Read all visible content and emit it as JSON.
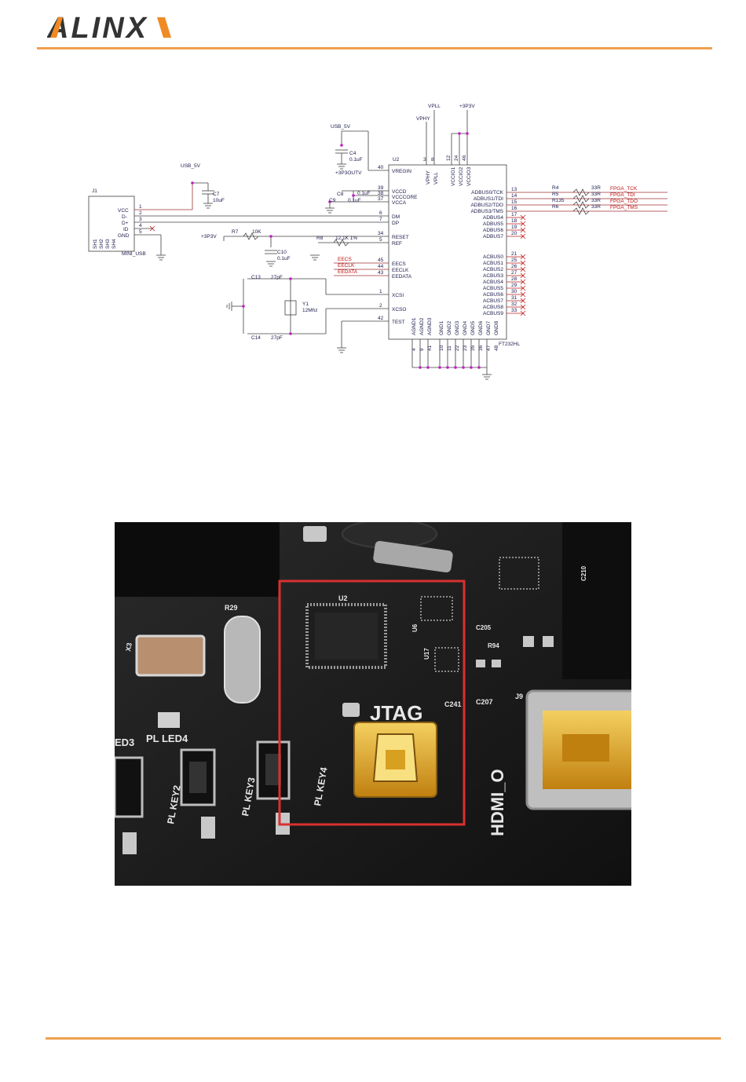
{
  "header": {
    "logo_text": "ALINX",
    "accent_color": "#f0a050",
    "logo_color": "#333333"
  },
  "schematic": {
    "power_labels": [
      "USB_5V",
      "USB_5V",
      "VPLL",
      "+3P3V",
      "VPHY",
      "+3P3V",
      "+3P3OUTV"
    ],
    "connector": {
      "ref": "J1",
      "name": "MINI_USB",
      "pins": [
        "VCC",
        "D-",
        "D+",
        "ID",
        "GND"
      ],
      "pin_numbers": [
        "1",
        "2",
        "3",
        "4",
        "5"
      ],
      "shield_pins": [
        "SH1",
        "SH2",
        "SH3",
        "SH4"
      ]
    },
    "chip": {
      "ref": "U2",
      "part": "FT232HL",
      "left_pins": [
        {
          "num": "40",
          "name": "VREGIN"
        },
        {
          "num": "39",
          "name": "VCCD"
        },
        {
          "num": "38",
          "name": "VCCCORE"
        },
        {
          "num": "37",
          "name": "VCCA"
        },
        {
          "num": "6",
          "name": "DM"
        },
        {
          "num": "7",
          "name": "DP"
        },
        {
          "num": "34",
          "name": "RESET"
        },
        {
          "num": "5",
          "name": "REF"
        },
        {
          "num": "45",
          "name": "EECS"
        },
        {
          "num": "44",
          "name": "EECLK"
        },
        {
          "num": "43",
          "name": "EEDATA"
        },
        {
          "num": "1",
          "name": "XCSI"
        },
        {
          "num": "2",
          "name": "XCSO"
        },
        {
          "num": "42",
          "name": "TEST"
        }
      ],
      "top_pins": [
        {
          "num": "3",
          "name": "VPHY"
        },
        {
          "num": "8",
          "name": "VPLL"
        },
        {
          "num": "12",
          "name": "VCCIO1"
        },
        {
          "num": "24",
          "name": "VCCIO2"
        },
        {
          "num": "46",
          "name": "VCCIO3"
        }
      ],
      "right_pins": [
        {
          "num": "13",
          "name": "ADBUS0/TCK"
        },
        {
          "num": "14",
          "name": "ADBUS1/TDI"
        },
        {
          "num": "15",
          "name": "ADBUS2/TDO"
        },
        {
          "num": "16",
          "name": "ADBUS3/TMS"
        },
        {
          "num": "17",
          "name": "ADBUS4"
        },
        {
          "num": "18",
          "name": "ADBUS5"
        },
        {
          "num": "19",
          "name": "ADBUS6"
        },
        {
          "num": "20",
          "name": "ADBUS7"
        },
        {
          "num": "21",
          "name": "ACBUS0"
        },
        {
          "num": "25",
          "name": "ACBUS1"
        },
        {
          "num": "26",
          "name": "ACBUS2"
        },
        {
          "num": "27",
          "name": "ACBUS3"
        },
        {
          "num": "28",
          "name": "ACBUS4"
        },
        {
          "num": "29",
          "name": "ACBUS5"
        },
        {
          "num": "30",
          "name": "ACBUS6"
        },
        {
          "num": "31",
          "name": "ACBUS7"
        },
        {
          "num": "32",
          "name": "ACBUS8"
        },
        {
          "num": "33",
          "name": "ACBUS9"
        }
      ],
      "bottom_pins": [
        {
          "num": "4",
          "name": "AGND1"
        },
        {
          "num": "9",
          "name": "AGND2"
        },
        {
          "num": "41",
          "name": "AGND3"
        },
        {
          "num": "10",
          "name": "GND1"
        },
        {
          "num": "11",
          "name": "GND2"
        },
        {
          "num": "22",
          "name": "GND3"
        },
        {
          "num": "23",
          "name": "GND4"
        },
        {
          "num": "35",
          "name": "GND5"
        },
        {
          "num": "36",
          "name": "GND6"
        },
        {
          "num": "47",
          "name": "GND7"
        },
        {
          "num": "48",
          "name": "GND8"
        }
      ]
    },
    "jtag_resistors": [
      {
        "ref": "R4",
        "value": "33R",
        "net": "FPGA_TCK"
      },
      {
        "ref": "R5",
        "value": "33R",
        "net": "FPGA_TDI"
      },
      {
        "ref": "R135",
        "value": "33R",
        "net": "FPGA_TDO"
      },
      {
        "ref": "R6",
        "value": "33R",
        "net": "FPGA_TMS"
      }
    ],
    "components": [
      {
        "ref": "C4",
        "value": "0.1uF"
      },
      {
        "ref": "C7",
        "value": "10uF"
      },
      {
        "ref": "C8",
        "value": "0.1uF"
      },
      {
        "ref": "C9",
        "value": "0.1uF"
      },
      {
        "ref": "C10",
        "value": "0.1uF"
      },
      {
        "ref": "C13",
        "value": "27pF"
      },
      {
        "ref": "C14",
        "value": "27pF"
      },
      {
        "ref": "R7",
        "value": "10K"
      },
      {
        "ref": "R8",
        "value": "12.1K 1%"
      },
      {
        "ref": "Y1",
        "value": "12Mhz"
      }
    ],
    "eeprom_nets": [
      "EECS",
      "EECLK",
      "EEDATA"
    ]
  },
  "photo": {
    "labels": [
      "JTAG",
      "HDMI_O",
      "PL KEY2",
      "PL KEY3",
      "PL KEY4",
      "PL LED4",
      "ED3",
      "U2",
      "U6",
      "U17",
      "J9",
      "C241",
      "C207",
      "C205",
      "R94",
      "R29",
      "X3",
      "C210"
    ],
    "highlight_color": "#d93030",
    "connector_color": "#e0a820"
  }
}
